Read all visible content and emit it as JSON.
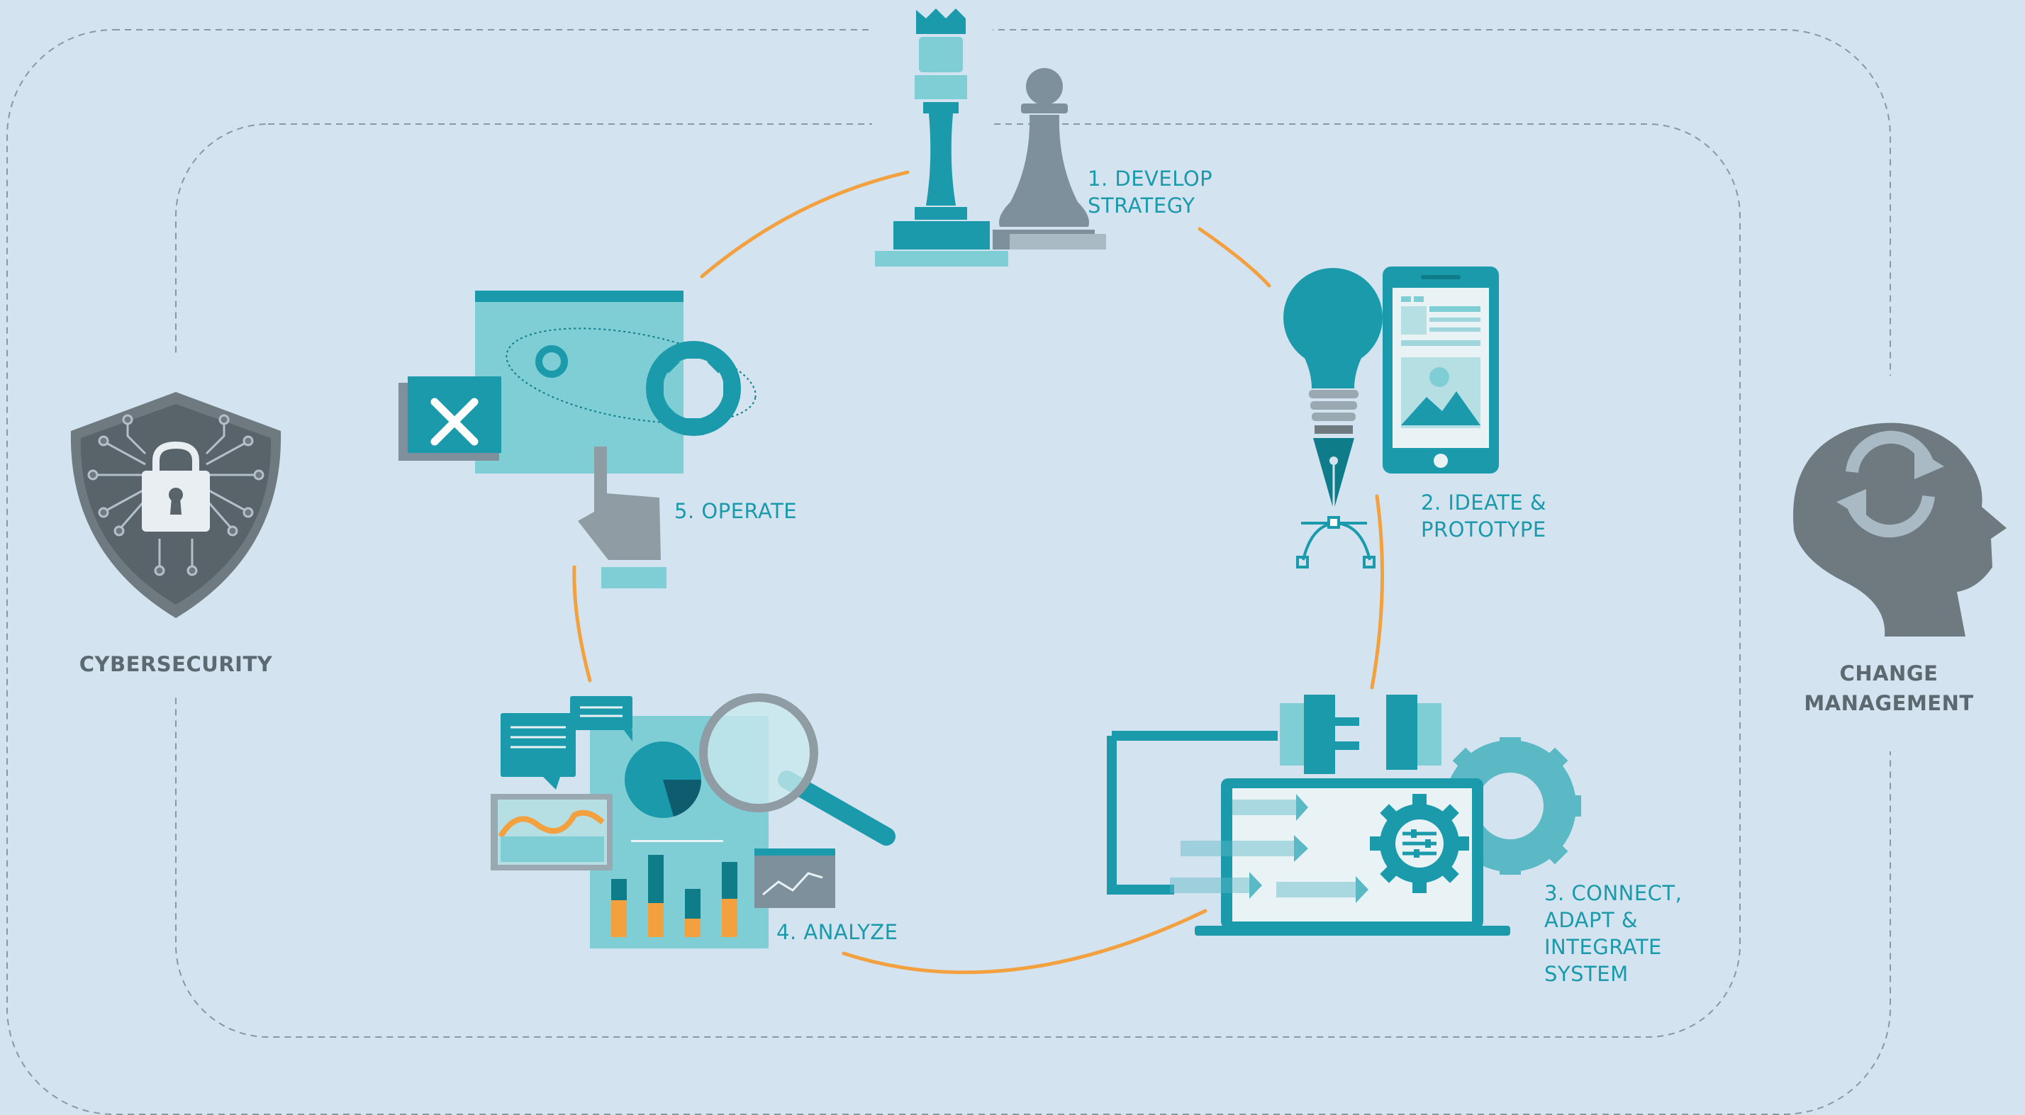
{
  "labels": {
    "develop": "1. DEVELOP\nSTRATEGY",
    "ideate": "2. IDEATE &\nPROTOTYPE",
    "connect": "3. CONNECT,\nADAPT &\nINTEGRATE\nSYSTEM",
    "analyze": "4. ANALYZE",
    "operate": "5. OPERATE",
    "cybersecurity": "CYBERSECURITY",
    "change": "CHANGE\nMANAGEMENT"
  },
  "colors": {
    "background": "#d3e3ef",
    "teal": "#1a9aab",
    "teal_light": "#7fcdd5",
    "orange": "#f3a03f",
    "gray": "#6e7a80",
    "dashed": "#8b98a3"
  },
  "icons": {
    "develop": "chess-king-and-pawn-icon",
    "ideate": "lightbulb-pen-tablet-icon",
    "connect": "laptop-plug-gear-icon",
    "analyze": "chart-report-magnifier-icon",
    "operate": "browser-gear-hand-icon",
    "cybersecurity": "shield-lock-circuit-icon",
    "change": "head-refresh-icon"
  }
}
